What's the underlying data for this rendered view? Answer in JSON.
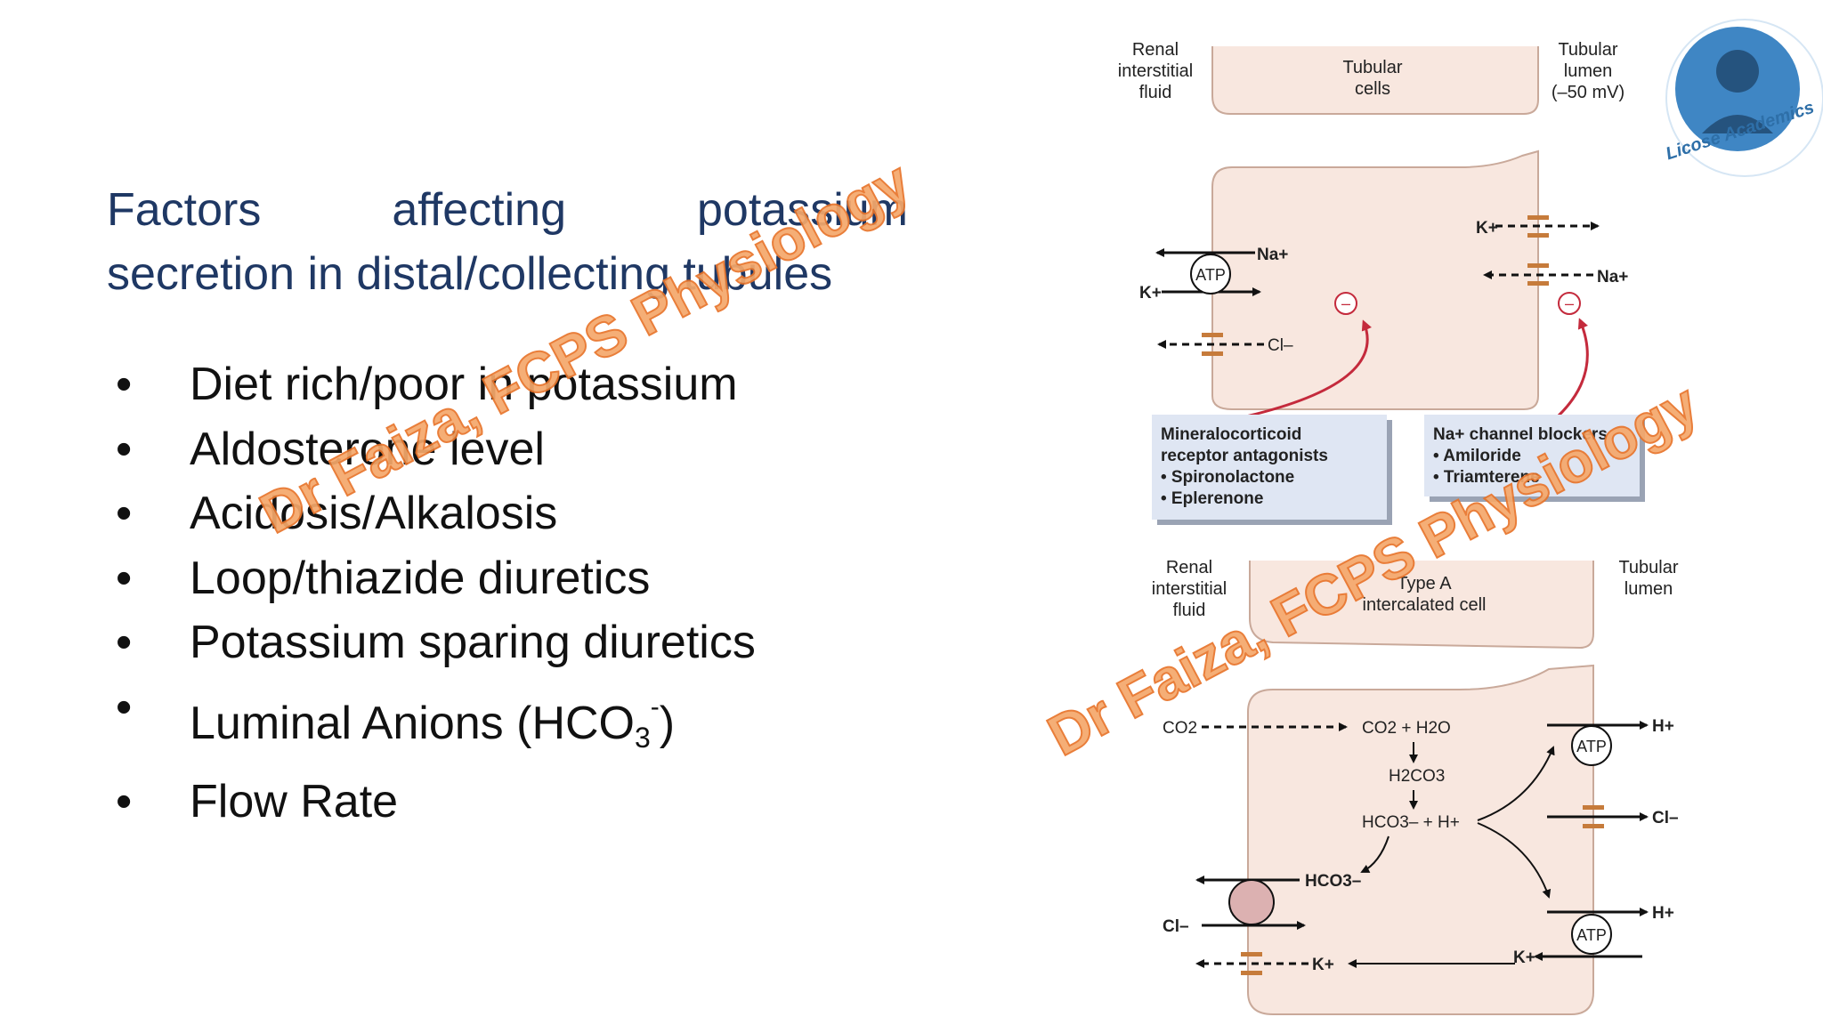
{
  "slide": {
    "title_words_line1": [
      "Factors",
      "affecting",
      "potassium"
    ],
    "title_line2": "secretion in distal/collecting tubules",
    "bullets": [
      {
        "text": "Diet rich/poor in potassium"
      },
      {
        "text": "Aldosterone level"
      },
      {
        "text": "Acidosis/Alkalosis"
      },
      {
        "text": "Loop/thiazide diuretics"
      },
      {
        "text": "Potassium sparing diuretics"
      },
      {
        "text": "Luminal Anions (HCO",
        "sub": "3",
        "sup": "-",
        "tail": ")"
      },
      {
        "text": "Flow Rate"
      }
    ]
  },
  "watermark": {
    "text": "Dr Faiza, FCPS Physiology",
    "color": "#e8742a"
  },
  "logo": {
    "text": "Licose Academics",
    "color": "#2e6fa8"
  },
  "diagram_top": {
    "renal_interstitial": [
      "Renal",
      "interstitial",
      "fluid"
    ],
    "tubular_cells": [
      "Tubular",
      "cells"
    ],
    "tubular_lumen": [
      "Tubular",
      "lumen",
      "(–50 mV)"
    ],
    "na": "Na+",
    "k": "K+",
    "atp": "ATP",
    "cl": "Cl–",
    "minus": "–",
    "box1_lines": [
      "Mineralocorticoid",
      "receptor antagonists",
      "• Spironolactone",
      "• Eplerenone"
    ],
    "box2_lines": [
      "Na+ channel blockers",
      "• Amiloride",
      "• Triamterene"
    ]
  },
  "diagram_bottom": {
    "renal_interstitial": [
      "Renal",
      "interstitial",
      "fluid"
    ],
    "cell_label": [
      "Type A",
      "intercalated cell"
    ],
    "tubular_lumen": [
      "Tubular",
      "lumen"
    ],
    "co2": "CO2",
    "co2_h2o": "CO2 + H2O",
    "h2co3": "H2CO3",
    "hco3_h": "HCO3– + H+",
    "hco3": "HCO3–",
    "cl": "Cl–",
    "k": "K+",
    "h": "H+",
    "atp": "ATP"
  },
  "colors": {
    "title": "#1f3864",
    "cell_fill": "#f8e7df",
    "cell_stroke": "#c9a99a",
    "box_fill": "#dfe6f3",
    "red_arrow": "#c42a3c",
    "channel": "#c67b3b"
  }
}
